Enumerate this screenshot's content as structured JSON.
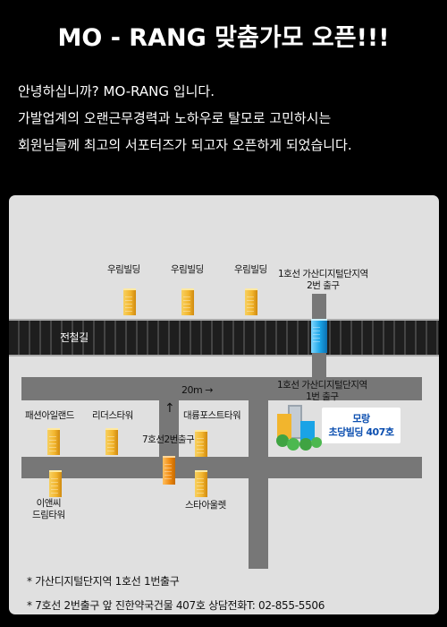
{
  "header": {
    "title": "MO - RANG 맞춤가모 오픈!!!"
  },
  "intro": {
    "lines": [
      "안녕하십니까? MO-RANG 입니다.",
      "가발업계의 오랜근무경력과 노하우로 탈모로 고민하시는",
      "회원님들께 최고의 서포터즈가 되고자 오픈하게 되었습니다."
    ]
  },
  "map": {
    "labels": {
      "rail": "전철길",
      "distance": "20m →",
      "up_arrow": "↑",
      "station_exit_1_top_l1": "1호선 가산디지털단지역",
      "station_exit_1_top_l2": "2번 출구",
      "station_exit_1_bottom_l1": "1호선 가산디지털단지역",
      "station_exit_1_bottom_l2": "1번 출구",
      "line7_exit": "7호선2번출구"
    },
    "buildings": {
      "woorim_1": "우림빌딩",
      "woorim_2": "우림빌딩",
      "woorim_3": "우림빌딩",
      "fashion_island": "패션아일랜드",
      "leader_tower": "리더스타워",
      "daeryung": "대륭포스트타워",
      "ien_l1": "이앤씨",
      "ien_l2": "드림타워",
      "star_outlet": "스타아울렛"
    },
    "destination": {
      "name": "모랑",
      "address": "초당빌딩 407호"
    },
    "footer": {
      "line1": "* 가산디지털단지역 1호선 1번출구",
      "line2": "* 7호선 2번출구 앞 진한약국건물 407호 상담전화T: 02-855-5506"
    },
    "colors": {
      "background": "#e0e0e0",
      "road": "#777777",
      "building": "#f2b52d",
      "station_building": "#1aa3e6",
      "destination_text": "#0c4fb0"
    }
  }
}
